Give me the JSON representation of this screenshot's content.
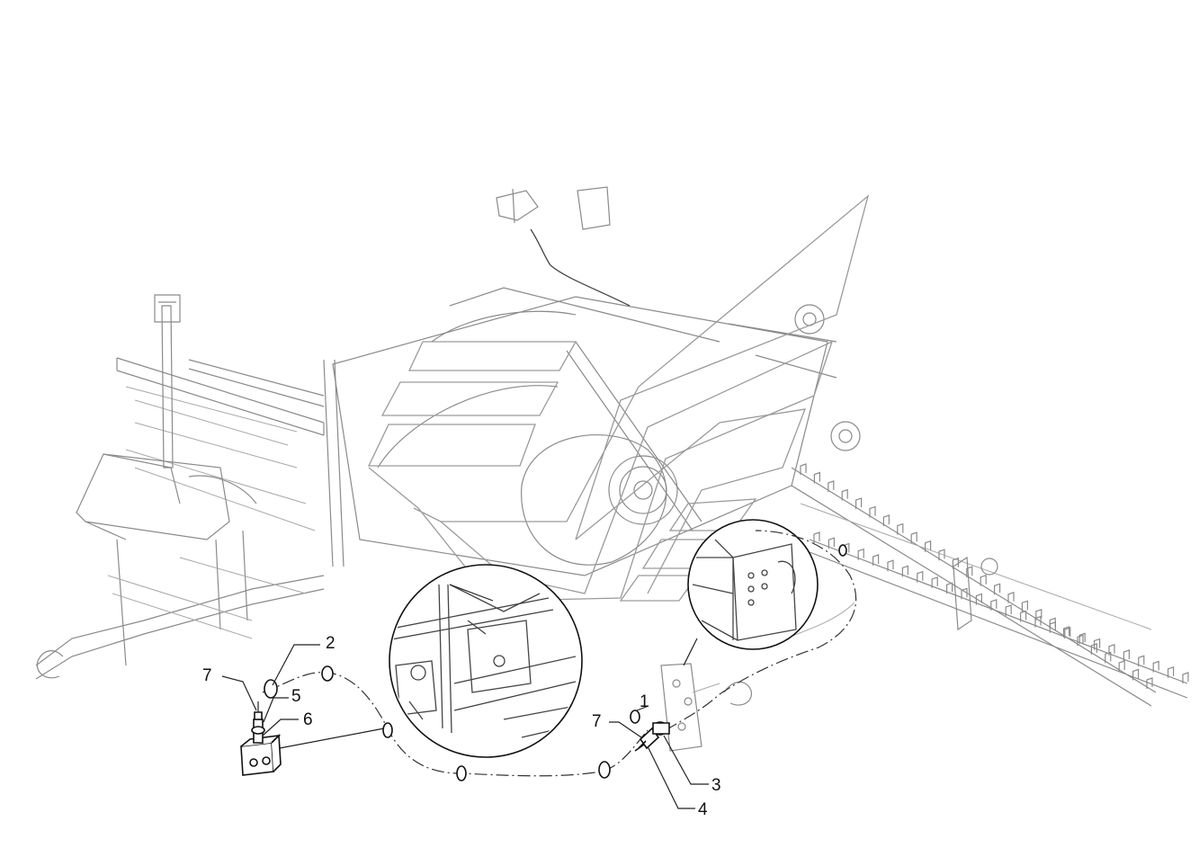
{
  "diagram": {
    "callouts": [
      {
        "id": "c-7a",
        "label": "7"
      },
      {
        "id": "c-2",
        "label": "2"
      },
      {
        "id": "c-5",
        "label": "5"
      },
      {
        "id": "c-6",
        "label": "6"
      },
      {
        "id": "c-1",
        "label": "1"
      },
      {
        "id": "c-7b",
        "label": "7"
      },
      {
        "id": "c-3",
        "label": "3"
      },
      {
        "id": "c-4",
        "label": "4"
      }
    ],
    "colors": {
      "line": "#8a8a8a",
      "ink": "#111111",
      "background": "#ffffff"
    }
  }
}
